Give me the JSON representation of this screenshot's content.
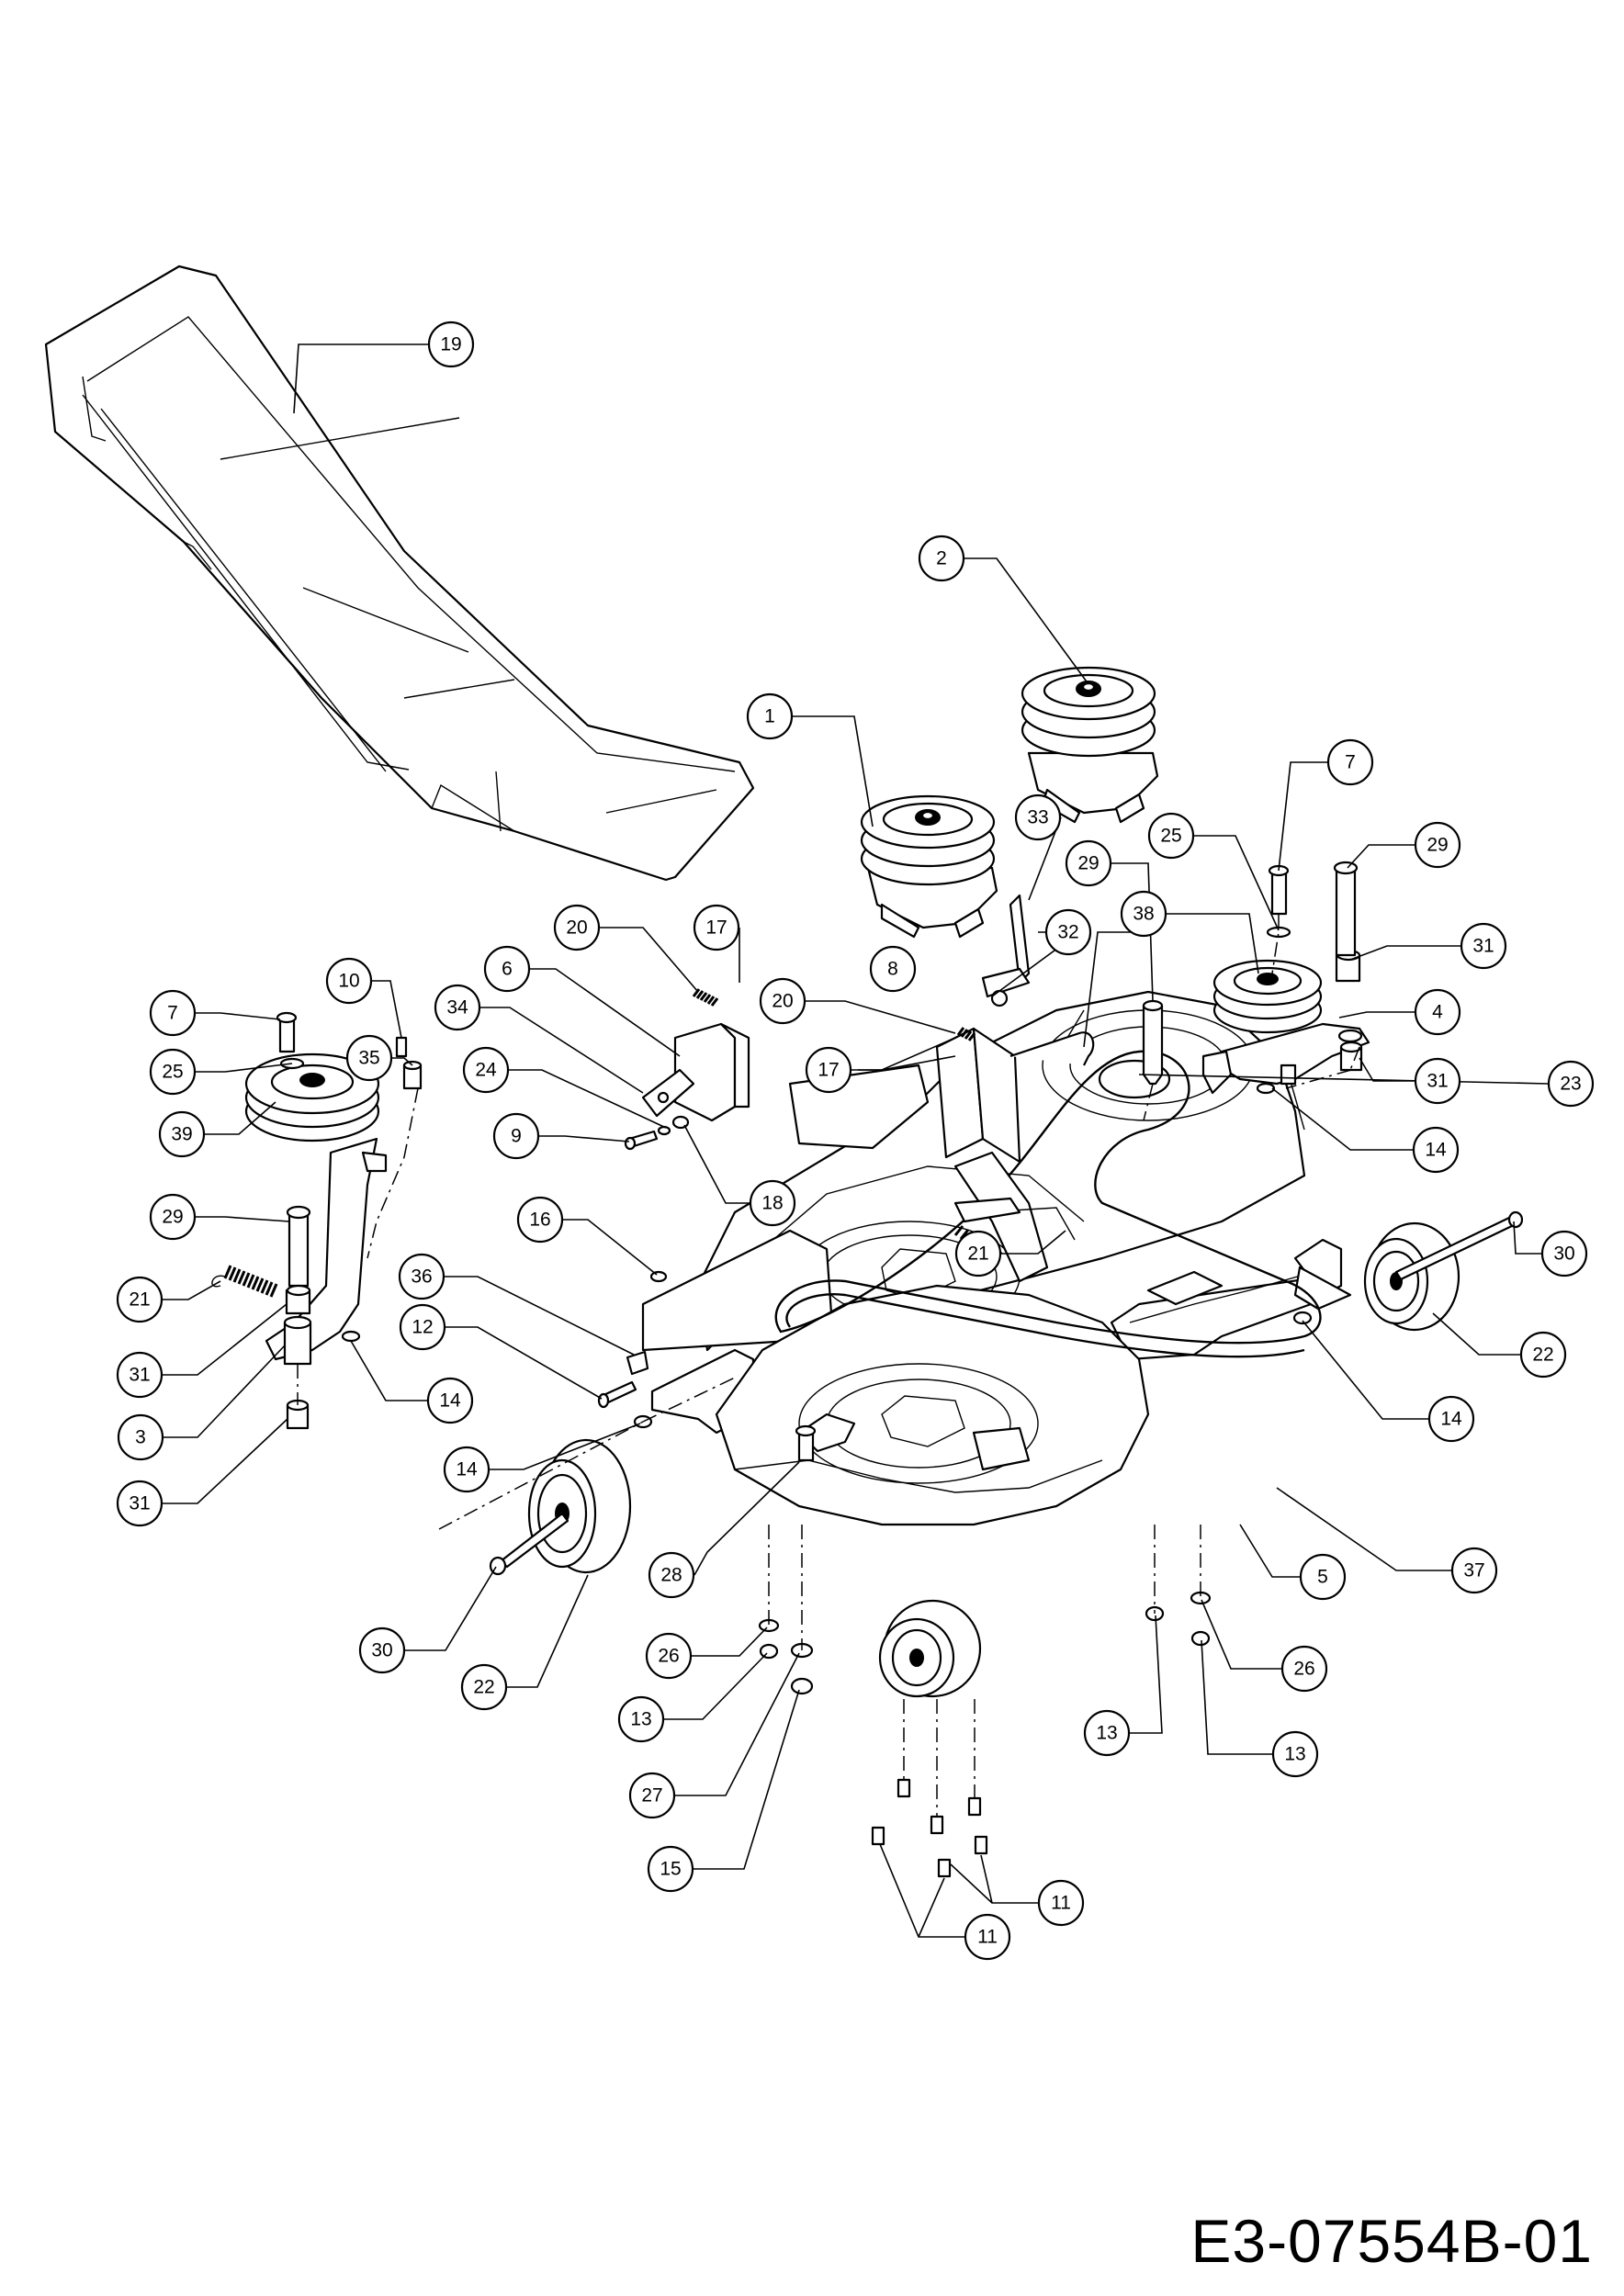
{
  "drawing_number": "E3-07554B-01",
  "callouts": [
    "1",
    "2",
    "3",
    "4",
    "5",
    "6",
    "7",
    "7",
    "8",
    "9",
    "10",
    "11",
    "11",
    "12",
    "13",
    "13",
    "13",
    "14",
    "14",
    "14",
    "14",
    "15",
    "16",
    "17",
    "17",
    "18",
    "19",
    "20",
    "20",
    "21",
    "21",
    "22",
    "22",
    "23",
    "24",
    "25",
    "25",
    "26",
    "26",
    "27",
    "28",
    "29",
    "29",
    "29",
    "30",
    "30",
    "31",
    "31",
    "31",
    "31",
    "32",
    "33",
    "34",
    "35",
    "36",
    "37",
    "38",
    "39"
  ]
}
